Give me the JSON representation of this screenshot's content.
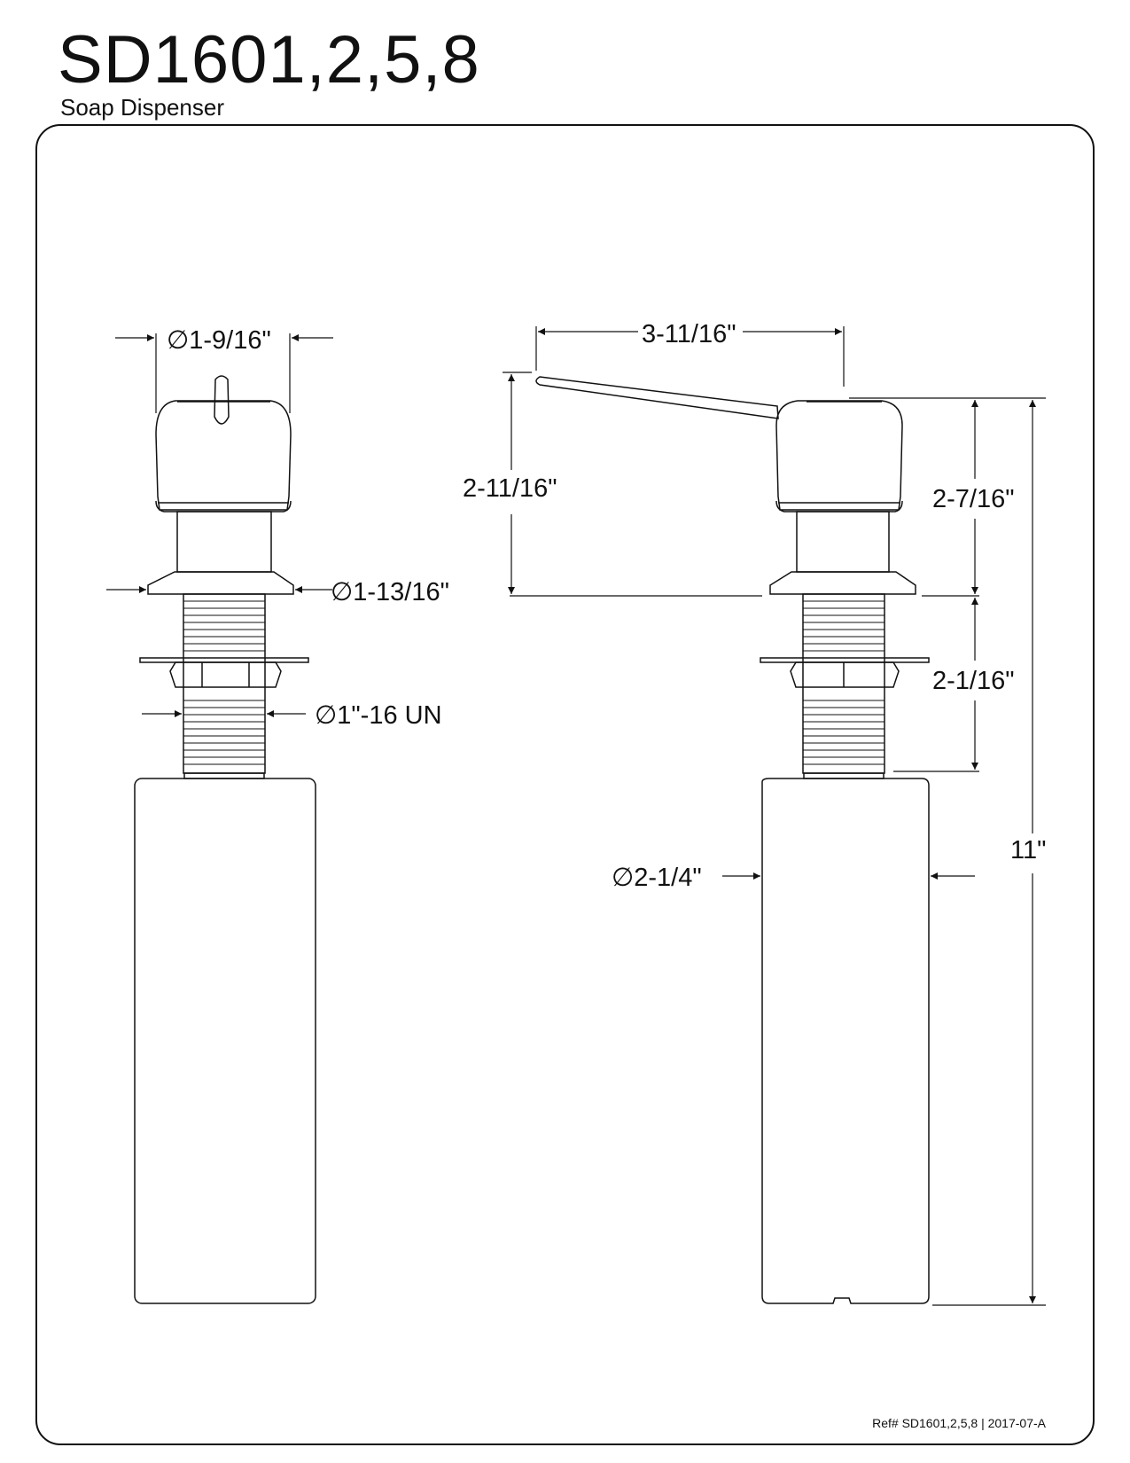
{
  "header": {
    "title": "SD1601,2,5,8",
    "subtitle": "Soap Dispenser"
  },
  "footer": {
    "ref": "Ref# SD1601,2,5,8 | 2017-07-A"
  },
  "front_view": {
    "dim_head_diameter": "∅1-9/16\"",
    "dim_flange_diameter": "∅1-13/16\"",
    "dim_thread": "∅1\"-16 UN"
  },
  "side_view": {
    "dim_spout_reach": "3-11/16\"",
    "dim_spout_height": "2-11/16\"",
    "dim_head_height": "2-7/16\"",
    "dim_shank_length": "2-1/16\"",
    "dim_bottle_diameter": "∅2-1/4\"",
    "dim_overall_height": "11\""
  }
}
